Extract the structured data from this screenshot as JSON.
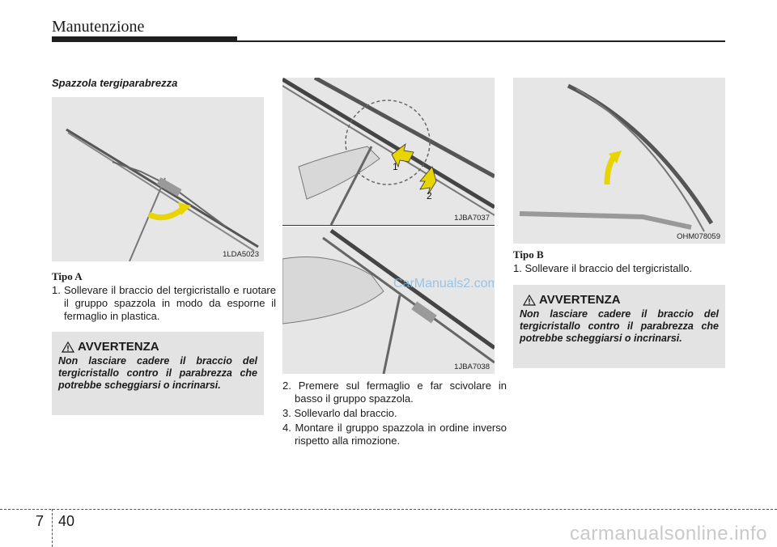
{
  "header": {
    "title": "Manutenzione"
  },
  "section": {
    "heading": "Spazzola tergiparabrezza"
  },
  "figures": {
    "fig1": {
      "code": "1LDA5023"
    },
    "fig2": {
      "code": "1JBA7037",
      "callout_1": "1",
      "callout_2": "2"
    },
    "fig3": {
      "code": "1JBA7038"
    },
    "fig4": {
      "code": "OHM078059"
    }
  },
  "col1": {
    "type_label": "Tipo A",
    "step1": "1. Sollevare il braccio del tergicristallo e ruotare il gruppo spazzola in modo da esporne il fermaglio in plastica."
  },
  "col2": {
    "step2": "2. Premere sul fermaglio e far scivolare in basso il gruppo spazzola.",
    "step3": "3. Sollevarlo dal braccio.",
    "step4": "4. Montare il gruppo spazzola in ordine inverso rispetto alla rimozione."
  },
  "col3": {
    "type_label": "Tipo B",
    "step1": "1. Sollevare il braccio del tergicristallo."
  },
  "warning": {
    "title": "AVVERTENZA",
    "text": "Non lasciare cadere il braccio del tergicristallo contro il parabrezza che potrebbe scheggiarsi o incrinarsi."
  },
  "watermark": {
    "text": "CarManuals2.com"
  },
  "footer": {
    "chapter": "7",
    "page": "40",
    "site": "carmanualsonline.info"
  },
  "colors": {
    "arrow": "#e8d400",
    "rule": "#1f1f1f",
    "warning_bg": "#e3e3e3",
    "figure_bg": "#e6e6e6"
  }
}
